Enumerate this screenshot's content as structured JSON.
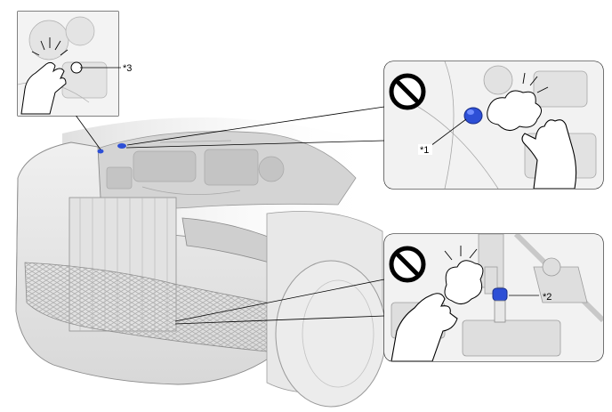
{
  "callouts": {
    "c1": "*1",
    "c2": "*2",
    "c3": "*3"
  },
  "icons": {
    "prohibition": "prohibition-icon",
    "hand": "hand-icon",
    "cap": "reservoir-cap-icon"
  },
  "colors": {
    "cap_blue": "#2d4fd6",
    "cap_highlight": "#6f8cff",
    "line": "#000000",
    "body_gray": "#e6e6e6",
    "engine_gray": "#cfcfcf",
    "inset_bg": "#f2f2f2"
  }
}
